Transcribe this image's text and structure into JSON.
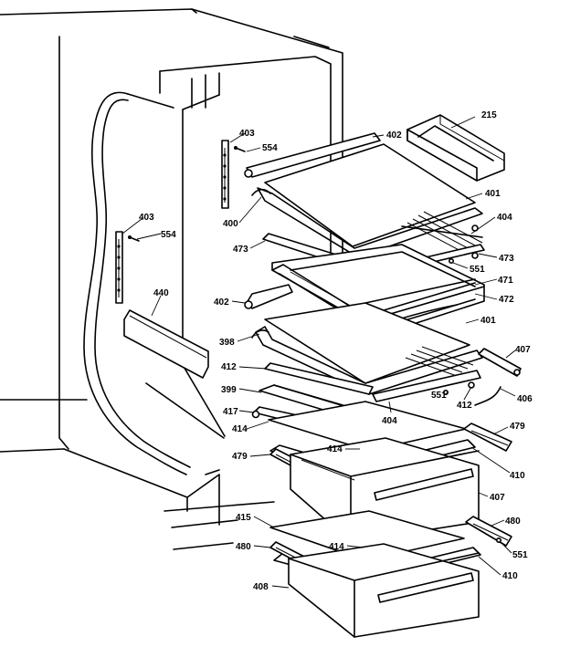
{
  "labels": [
    {
      "id": "215",
      "text": "215"
    },
    {
      "id": "402a",
      "text": "402"
    },
    {
      "id": "403a",
      "text": "403"
    },
    {
      "id": "554a",
      "text": "554"
    },
    {
      "id": "401a",
      "text": "401"
    },
    {
      "id": "400",
      "text": "400"
    },
    {
      "id": "404a",
      "text": "404"
    },
    {
      "id": "403b",
      "text": "403"
    },
    {
      "id": "554b",
      "text": "554"
    },
    {
      "id": "473a",
      "text": "473"
    },
    {
      "id": "473b",
      "text": "473"
    },
    {
      "id": "551a",
      "text": "551"
    },
    {
      "id": "471",
      "text": "471"
    },
    {
      "id": "440",
      "text": "440"
    },
    {
      "id": "402b",
      "text": "402"
    },
    {
      "id": "472",
      "text": "472"
    },
    {
      "id": "401b",
      "text": "401"
    },
    {
      "id": "398",
      "text": "398"
    },
    {
      "id": "407a",
      "text": "407"
    },
    {
      "id": "412a",
      "text": "412"
    },
    {
      "id": "399",
      "text": "399"
    },
    {
      "id": "551b",
      "text": "551"
    },
    {
      "id": "412b",
      "text": "412"
    },
    {
      "id": "406",
      "text": "406"
    },
    {
      "id": "417",
      "text": "417"
    },
    {
      "id": "404b",
      "text": "404"
    },
    {
      "id": "414a",
      "text": "414"
    },
    {
      "id": "479a",
      "text": "479"
    },
    {
      "id": "414b",
      "text": "414"
    },
    {
      "id": "479b",
      "text": "479"
    },
    {
      "id": "410a",
      "text": "410"
    },
    {
      "id": "407b",
      "text": "407"
    },
    {
      "id": "415",
      "text": "415"
    },
    {
      "id": "480a",
      "text": "480"
    },
    {
      "id": "480b",
      "text": "480"
    },
    {
      "id": "414c",
      "text": "414"
    },
    {
      "id": "551c",
      "text": "551"
    },
    {
      "id": "410b",
      "text": "410"
    },
    {
      "id": "408",
      "text": "408"
    }
  ]
}
